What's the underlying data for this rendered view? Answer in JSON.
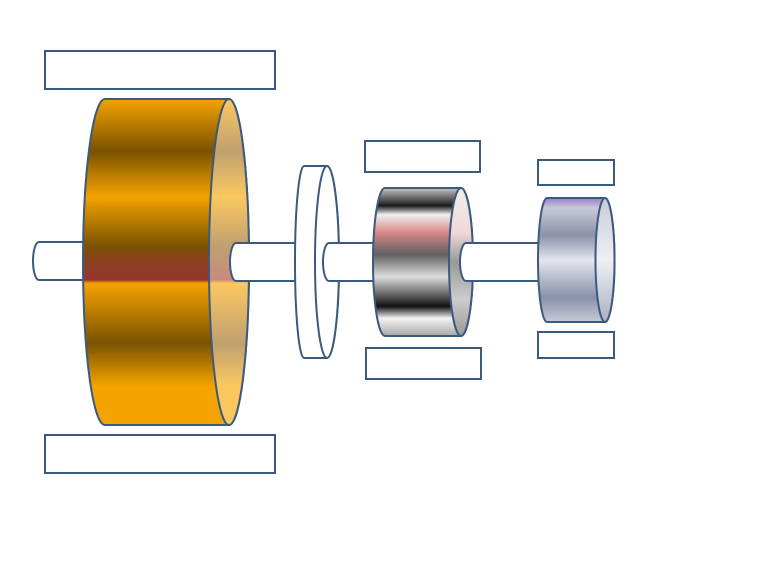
{
  "colors": {
    "outline": "#3a5a80",
    "background": "#ffffff",
    "large_cylinder": "#f5a300",
    "middle_cylinder": "#9a9a9a",
    "small_cylinder": "#9aa0b8"
  },
  "label_boxes": [
    {
      "id": "large-cylinder-top-label"
    },
    {
      "id": "large-cylinder-bottom-label"
    },
    {
      "id": "middle-cylinder-top-label"
    },
    {
      "id": "middle-cylinder-bottom-label"
    },
    {
      "id": "small-cylinder-top-label"
    },
    {
      "id": "small-cylinder-bottom-label"
    }
  ]
}
